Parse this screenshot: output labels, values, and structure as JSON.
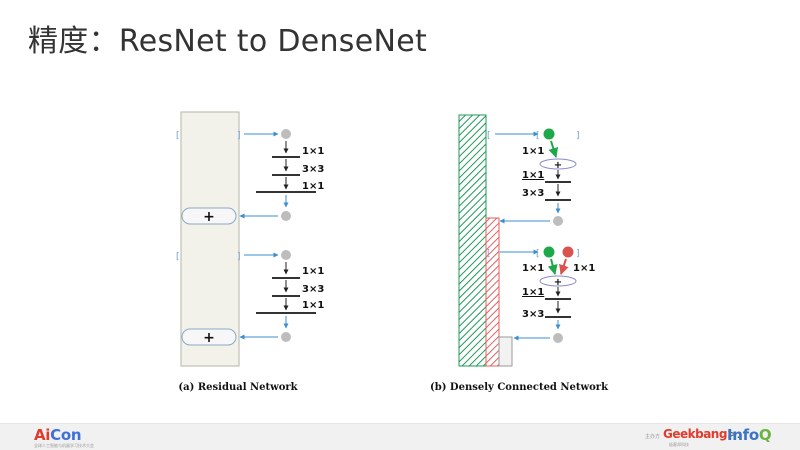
{
  "slide": {
    "title": "精度：ResNet to DenseNet"
  },
  "diagram": {
    "resnet": {
      "caption": "(a) Residual Network",
      "blocks": [
        {
          "layers": [
            "1×1",
            "3×3",
            "1×1"
          ],
          "add_symbol": "+"
        },
        {
          "layers": [
            "1×1",
            "3×3",
            "1×1"
          ],
          "add_symbol": "+"
        }
      ]
    },
    "densenet": {
      "caption": "(b) Densely Connected Network",
      "blocks": [
        {
          "input_layers": [
            "1×1"
          ],
          "layers": [
            "1×1",
            "3×3"
          ],
          "concat_symbol": "+"
        },
        {
          "input_layers": [
            "1×1",
            "1×1"
          ],
          "layers": [
            "1×1",
            "3×3"
          ],
          "concat_symbol": "+"
        }
      ]
    },
    "colors": {
      "node_gray": "#bdbdbd",
      "node_green": "#1fa84a",
      "node_red": "#d9534f",
      "arrow_blue": "#3b8fd1",
      "hatch_green": "#1f9a55",
      "hatch_red": "#e0625f",
      "resnet_band": "#ececdf"
    }
  },
  "footer": {
    "aicon_logo_prefix": "Ai",
    "aicon_logo_suffix": "Con",
    "aicon_subtitle": "全球人工智能与机器学习技术大会",
    "host_label": "主办方",
    "geek_logo_prefix": "Geekbang",
    "geek_logo_suffix": ">.",
    "geek_subtitle": "极客邦科技",
    "infoq_logo_prefix": "Info",
    "infoq_logo_suffix": "Q"
  }
}
